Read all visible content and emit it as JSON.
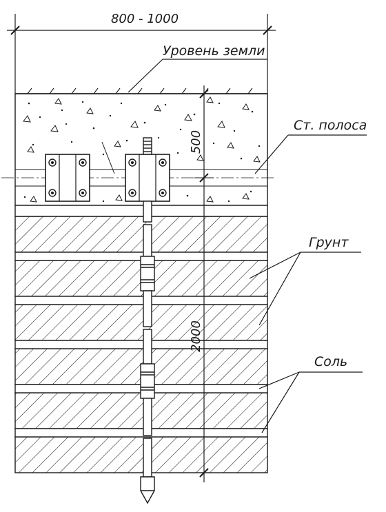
{
  "dimensions": {
    "width_range": "800 - 1000",
    "vertical_top": "500",
    "vertical_total": "2000"
  },
  "labels": {
    "ground_level": "Уровень земли",
    "steel_strip": "Ст. полоса",
    "soil": "Грунт",
    "salt": "Соль"
  },
  "colors": {
    "line": "#1a1a1a",
    "background": "#ffffff"
  }
}
